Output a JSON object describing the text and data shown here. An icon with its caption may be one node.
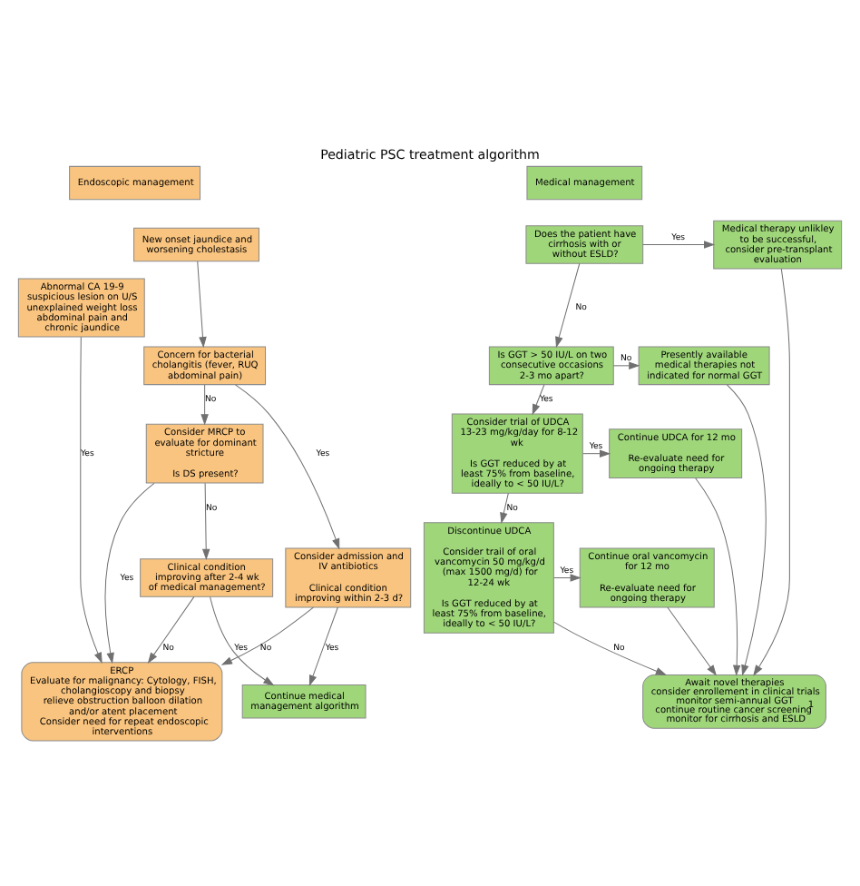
{
  "diagram": {
    "title": "Pediatric PSC treatment algorithm",
    "nodes": [
      {
        "text": [
          "Endoscopic management"
        ]
      },
      {
        "text": [
          "Medical management"
        ]
      },
      {
        "text": [
          "Abnormal CA 19-9 suspicious lesion on U/S unexplained weight loss abdominal pain and chronic jaundice"
        ]
      },
      {
        "text": [
          "New onset jaundice and worsening cholestasis"
        ]
      },
      {
        "text": [
          "Concern for bacterial cholangitis (fever, RUQ abdominal pain)"
        ]
      },
      {
        "text": [
          "Consider MRCP to evaluate for dominant stricture",
          "Is DS present?"
        ]
      },
      {
        "text": [
          "Consider admission and IV antibiotics",
          "Clinical condition improving within 2-3 d?"
        ]
      },
      {
        "text": [
          "Clinical condition improving after 2-4 wk of medical management?"
        ]
      },
      {
        "text": [
          "Continue medical management algorithm"
        ]
      },
      {
        "text": [
          "ERCP",
          "Evaluate for malignancy: Cytology, FISH, cholangioscopy and biopsy",
          "relieve obstruction balloon dilation and/or atent placement",
          "Consider need for repeat endoscopic interventions"
        ]
      },
      {
        "text": [
          "Does the patient have cirrhosis with or without ESLD?"
        ]
      },
      {
        "text": [
          "Medical therapy unlikley to be successful, consider pre-transplant evaluation"
        ]
      },
      {
        "text": [
          "Is GGT > 50 IU/L on two consecutive occasions 2-3 mo apart?"
        ]
      },
      {
        "text": [
          "Presently available medical therapies not indicated for normal GGT"
        ]
      },
      {
        "text": [
          "Consider trial of UDCA 13-23 mg/kg/day for 8-12 wk",
          "Is GGT reduced by at least 75% from baseline, ideally to < 50 IU/L?"
        ]
      },
      {
        "text": [
          "Continue UDCA for 12 mo",
          "Re-evaluate need for ongoing therapy"
        ]
      },
      {
        "text": [
          "Discontinue UDCA",
          "Consider trail of oral vancomycin 50 mg/kg/d (max 1500 mg/d) for 12-24 wk",
          "Is GGT reduced by at least 75% from baseline, ideally to < 50 IU/L?"
        ]
      },
      {
        "text": [
          "Continue oral vancomycin for 12 mo",
          "Re-evaluate need for ongoing therapy"
        ]
      },
      {
        "text": [
          "Await novel therapies",
          "consider enrollement in clinical trials",
          "monitor semi-annual GGT",
          "continue routine cancer screening$^{1}$",
          "monitor for cirrhosis and ESLD"
        ]
      }
    ],
    "edges": [
      {
        "from": 2,
        "to": 9,
        "arrow": "to",
        "label": "Yes"
      },
      {
        "from": 3,
        "to": 4,
        "arrow": "to"
      },
      {
        "from": 4,
        "to": 5,
        "arrow": "to",
        "label": "No"
      },
      {
        "from": 4,
        "to": 6,
        "arrow": "to",
        "label": "Yes"
      },
      {
        "from": 5,
        "to": 9,
        "arrow": "to",
        "label": "Yes"
      },
      {
        "from": 5,
        "to": 7,
        "arrow": "to",
        "label": "No"
      },
      {
        "from": 7,
        "to": 8,
        "arrow": "to",
        "label": "Yes"
      },
      {
        "from": 7,
        "to": 9,
        "arrow": "to",
        "label": "No"
      },
      {
        "from": 6,
        "to": 8,
        "arrow": "to",
        "label": "Yes"
      },
      {
        "from": 6,
        "to": 9,
        "arrow": "to",
        "label": "No"
      },
      {
        "from": 10,
        "to": 11,
        "arrow": "to",
        "label": "Yes"
      },
      {
        "from": 10,
        "to": 12,
        "arrow": "to",
        "label": "No"
      },
      {
        "from": 12,
        "to": 13,
        "arrow": "to",
        "label": "No"
      },
      {
        "from": 12,
        "to": 14,
        "arrow": "to",
        "label": "Yes"
      },
      {
        "from": 14,
        "to": 15,
        "arrow": "to",
        "label": "Yes"
      },
      {
        "from": 14,
        "to": 16,
        "arrow": "to",
        "label": "No"
      },
      {
        "from": 16,
        "to": 17,
        "arrow": "to",
        "label": "Yes"
      },
      {
        "from": 16,
        "to": 18,
        "arrow": "to",
        "label": "No"
      },
      {
        "from": 11,
        "to": 18,
        "arrow": "to"
      },
      {
        "from": 13,
        "to": 18,
        "arrow": "to"
      },
      {
        "from": 15,
        "to": 18,
        "arrow": "to"
      },
      {
        "from": 17,
        "to": 18,
        "arrow": "to"
      }
    ]
  }
}
